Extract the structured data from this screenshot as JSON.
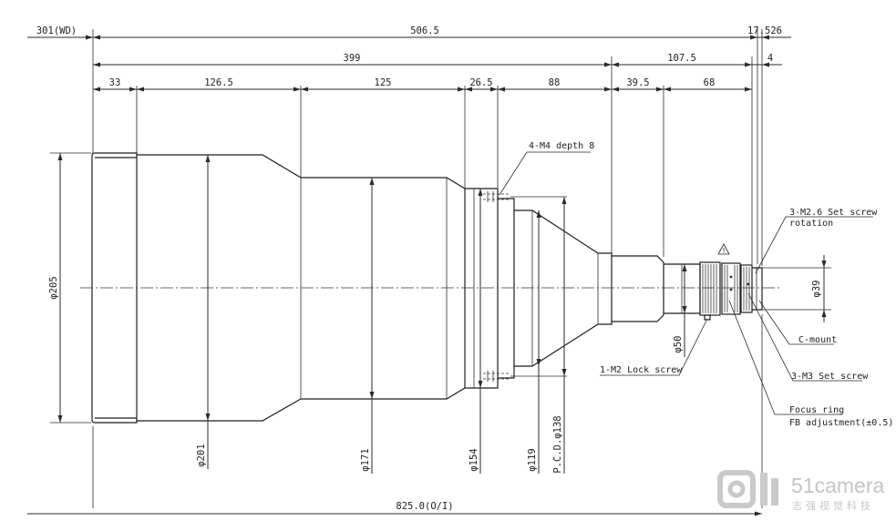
{
  "dimensions": {
    "working_distance": "301(WD)",
    "total_upper": "506.5",
    "rear_small": "17.526",
    "front_section": "399",
    "rear_section": "107.5",
    "mount_small": "4",
    "seg_33": "33",
    "seg_126_5": "126.5",
    "seg_125": "125",
    "seg_26_5": "26.5",
    "seg_88": "88",
    "seg_39_5": "39.5",
    "seg_68": "68",
    "total_oi": "825.0(O/I)"
  },
  "diameters": {
    "d205": "φ205",
    "d201": "φ201",
    "d171": "φ171",
    "d154": "φ154",
    "d119": "φ119",
    "pcd138": "P.C.D.φ138",
    "d50": "φ50",
    "d39": "φ39"
  },
  "callouts": {
    "m4_depth": "4-M4 depth 8",
    "set_screw_m26": "3-M2.6 Set screw",
    "rotation": "rotation",
    "c_mount": "C-mount",
    "m3_set_screw": "3-M3 Set screw",
    "m2_lock_screw": "1-M2 Lock screw",
    "focus_ring": "Focus ring",
    "fb_adjustment": "FB adjustment(±0.5)",
    "warning_symbol": "!"
  },
  "watermark": {
    "brand": "51camera",
    "subtitle": "志强视觉科技"
  }
}
